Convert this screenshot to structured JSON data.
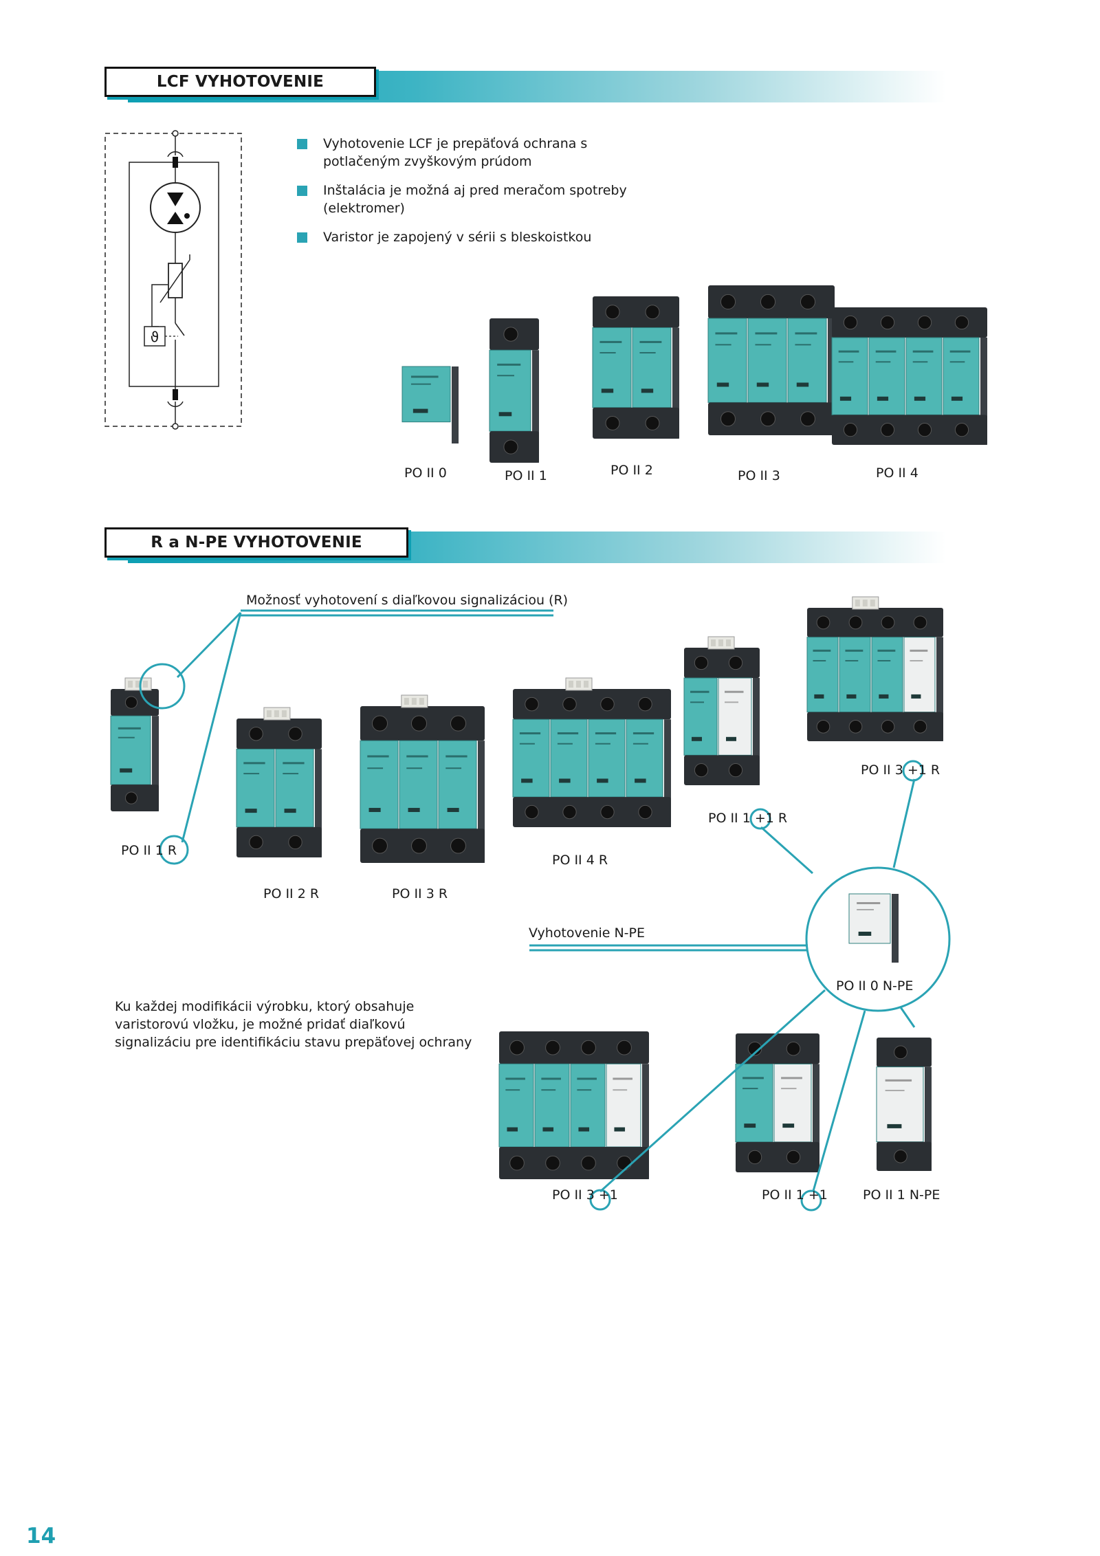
{
  "sections": {
    "lcf": {
      "title": "LCF VYHOTOVENIE"
    },
    "rnpe": {
      "title": "R a N-PE VYHOTOVENIE"
    }
  },
  "lcf_bullets": [
    "Vyhotovenie LCF je prepäťová ochrana s potlačeným zvyškovým prúdom",
    "Inštalácia je možná aj pred meračom spotreby (elektromer)",
    "Varistor je zapojený v sérii s bleskoistkou"
  ],
  "lcf_products": [
    "PO II 0",
    "PO II 1",
    "PO II 2",
    "PO II 3",
    "PO II 4"
  ],
  "callouts": {
    "remote_signal": "Možnosť vyhotovení s diaľkovou signalizáciou (R)",
    "npe": "Vyhotovenie N-PE"
  },
  "r_products": {
    "p1r": "PO II 1 R",
    "p2r": "PO II 2 R",
    "p3r": "PO II 3 R",
    "p4r": "PO II 4 R",
    "p11r": "PO II 1 +1 R",
    "p31r": "PO II 3 +1 R",
    "p0npe": "PO II 0  N-PE"
  },
  "npe_products": {
    "p31": "PO II 3 +1",
    "p11": "PO II 1 +1",
    "p1npe": "PO II 1 N-PE"
  },
  "note": "Ku každej modifikácii výrobku, ktorý obsahuje varistorovú vložku, je možné pridať diaľkovú signalizáciu pre identifikáciu stavu prepäťovej ochrany",
  "page_number": "14",
  "colors": {
    "accent": "#0d9fb3",
    "module": "#4fb7b4",
    "housing": "#2b2f33"
  }
}
